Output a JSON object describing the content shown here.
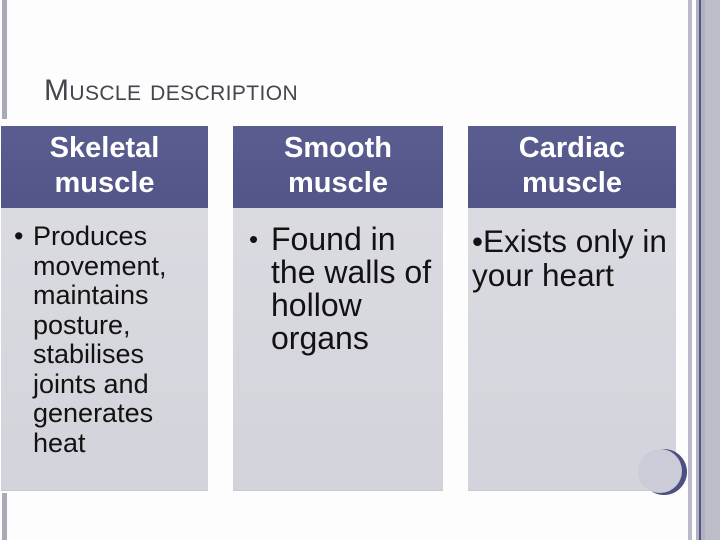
{
  "slide": {
    "title": "Muscle description",
    "bullet_char": "•",
    "columns": [
      {
        "header": "Skeletal muscle",
        "bullet": "Produces\nmovement,\nmaintains\nposture,\nstabilises\njoints and\ngenerates\nheat"
      },
      {
        "header": "Smooth muscle",
        "bullet": "Found in\nthe walls of\nhollow\norgans"
      },
      {
        "header": "Cardiac muscle",
        "bullet": "Exists only in\nyour heart"
      }
    ],
    "colors": {
      "header_bg": "#54578A",
      "panel_bg": "#D6D6DE",
      "accent": "#53568A",
      "title_text": "#45454D",
      "header_text": "#FFFFFF"
    }
  }
}
